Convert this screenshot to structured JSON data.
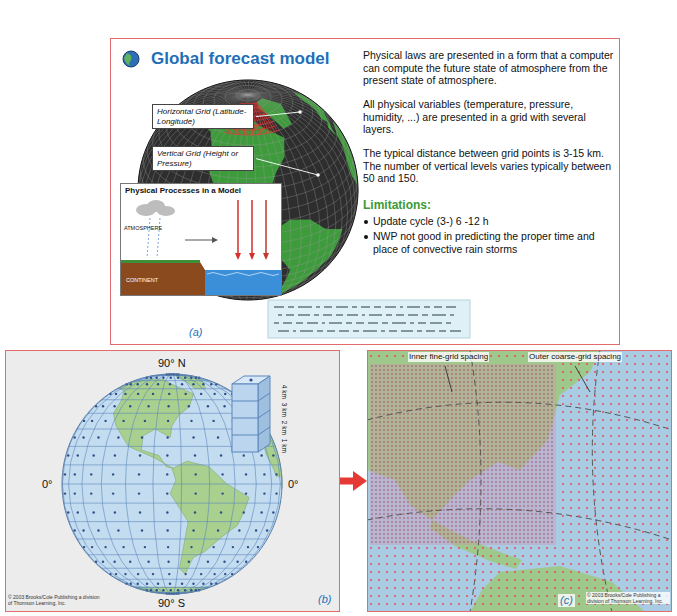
{
  "diagram": {
    "nodes": [
      {
        "text": [
          "Global forecast model",
          "Physical laws are presented in a form that a computer can compute the future state of atmosphere from the present state of atmosphere.",
          "All physical variables (temperature, pressure, humidity, ...) are presented in a grid with several layers.",
          "The typical distance between grid points is 3-15 km. The number of vertical levels varies typically between 50 and 150.",
          "Limitations:",
          "Update cycle (3-) 6 -12 h",
          "NWP not good in predicting the proper time and place of convective rain storms",
          "(a)"
        ]
      },
      {
        "text": [
          "Horizontal Grid (Latitude-Longitude)"
        ],
        "in": 0
      },
      {
        "text": [
          "Vertical Grid (Height or Pressure)"
        ],
        "in": 0
      },
      {
        "text": [
          "Physical Processes in a Model"
        ],
        "in": 0
      },
      {
        "text": [
          "(b)"
        ]
      },
      {
        "text": [
          "(c)"
        ]
      }
    ],
    "edges": [
      {
        "from": 4,
        "to": 5,
        "arrow": "to"
      }
    ],
    "labels": [
      "ATMOSPHERE",
      "CONTINENT",
      "90° N",
      "90° S",
      "0°",
      "0°",
      "4 km",
      "3 km",
      "2 km",
      "1 km",
      "© 2003 Brooks/Cole Publishing a division of Thomson Learning, Inc.",
      "Inner fine-grid spacing",
      "Outer coarse-grid spacing",
      "© 2003 Brooks/Cole Publishing a division of Thomson Learning, Inc."
    ]
  }
}
